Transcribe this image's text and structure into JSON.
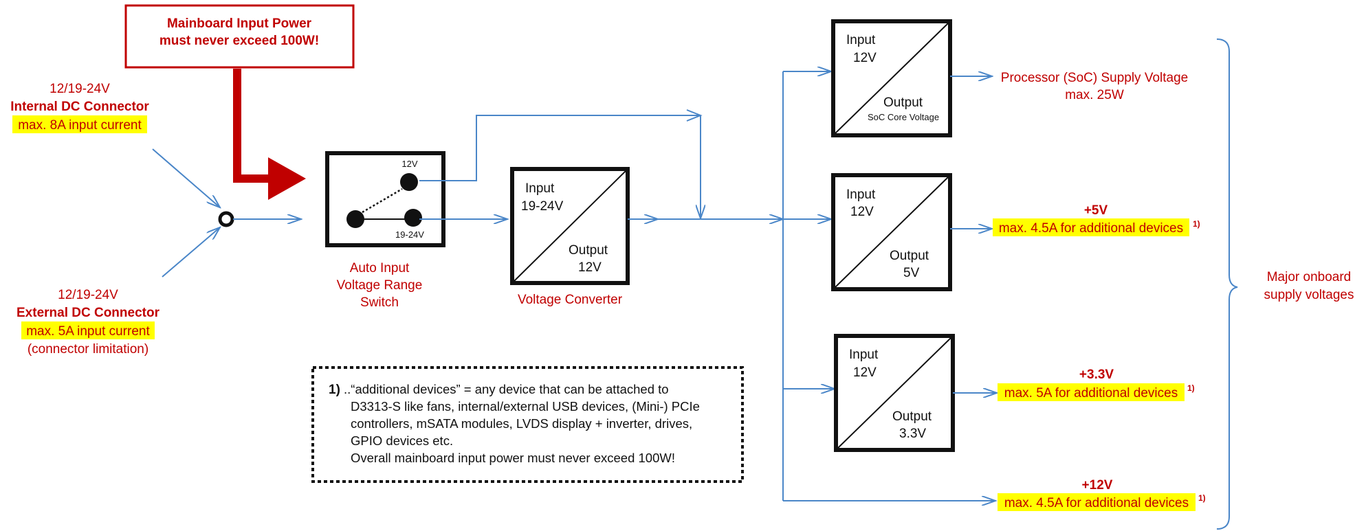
{
  "warning": {
    "line1": "Mainboard Input Power",
    "line2": "must never exceed 100W!"
  },
  "internal_connector": {
    "voltage": "12/19-24V",
    "name": "Internal DC Connector",
    "current": "max. 8A input current"
  },
  "external_connector": {
    "voltage": "12/19-24V",
    "name": "External DC Connector",
    "current": "max. 5A input current",
    "note": "(connector limitation)"
  },
  "switch": {
    "label_top": "12V",
    "label_bottom": "19-24V",
    "caption1": "Auto Input",
    "caption2": "Voltage Range",
    "caption3": "Switch"
  },
  "converter": {
    "input1": "Input",
    "input2": "19-24V",
    "output1": "Output",
    "output2": "12V",
    "caption": "Voltage Converter"
  },
  "regulators": [
    {
      "input1": "Input",
      "input2": "12V",
      "output1": "Output",
      "output2": "SoC Core Voltage"
    },
    {
      "input1": "Input",
      "input2": "12V",
      "output1": "Output",
      "output2": "5V"
    },
    {
      "input1": "Input",
      "input2": "12V",
      "output1": "Output",
      "output2": "3.3V"
    }
  ],
  "outputs": {
    "soc": {
      "line1": "Processor (SoC) Supply Voltage",
      "line2": "max. 25W"
    },
    "v5": {
      "voltage": "+5V",
      "limit": "max. 4.5A for additional devices",
      "footnote": "1)"
    },
    "v33": {
      "voltage": "+3.3V",
      "limit": "max. 5A for additional devices",
      "footnote": "1)"
    },
    "v12": {
      "voltage": "+12V",
      "limit": "max. 4.5A for additional devices",
      "footnote": "1)"
    }
  },
  "brace_label": {
    "line1": "Major onboard",
    "line2": "supply voltages"
  },
  "footnote": {
    "marker": "1)",
    "line1": "..“additional devices” = any device that can be attached to",
    "line2": "D3313-S like fans, internal/external USB devices, (Mini-) PCIe",
    "line3": "controllers, mSATA modules, LVDS display + inverter, drives,",
    "line4": "GPIO devices etc.",
    "line5": "Overall mainboard input power must never exceed 100W!"
  },
  "colors": {
    "accent_red": "#c00000",
    "line_blue": "#4a86c8",
    "highlight": "#ffff00"
  }
}
